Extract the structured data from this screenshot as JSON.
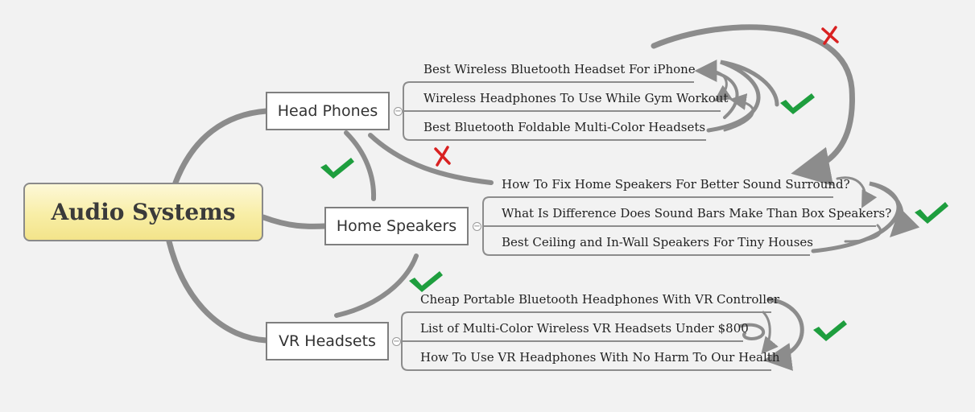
{
  "mindmap": {
    "central": {
      "label": "Audio Systems"
    },
    "topics": [
      {
        "label": "Head Phones",
        "collapse_symbol": "−",
        "subtopics": [
          {
            "label": "Best Wireless Bluetooth Headset For iPhone"
          },
          {
            "label": "Wireless Headphones To Use While Gym Workout"
          },
          {
            "label": "Best Bluetooth Foldable Multi-Color Headsets"
          }
        ]
      },
      {
        "label": "Home Speakers",
        "collapse_symbol": "−",
        "subtopics": [
          {
            "label": "How To Fix Home Speakers For Better Sound Surround?"
          },
          {
            "label": "What Is Difference Does Sound Bars Make Than Box Speakers?"
          },
          {
            "label": "Best Ceiling and In-Wall Speakers For Tiny Houses"
          }
        ]
      },
      {
        "label": "VR Headsets",
        "collapse_symbol": "−",
        "subtopics": [
          {
            "label": "Cheap Portable Bluetooth Headphones With VR Controller"
          },
          {
            "label": "List of Multi-Color Wireless VR Headsets Under $800"
          },
          {
            "label": "How To Use VR Headphones With No Harm To Our Health"
          }
        ]
      }
    ],
    "markers": {
      "check": "check-mark-icon",
      "cross": "red-cross-marker-icon"
    },
    "colors": {
      "branch": "#8c8c8c",
      "check": "#1e9e3e",
      "cross": "#d92121",
      "central_fill": "#f8eea6",
      "background": "#f2f2f2"
    }
  }
}
